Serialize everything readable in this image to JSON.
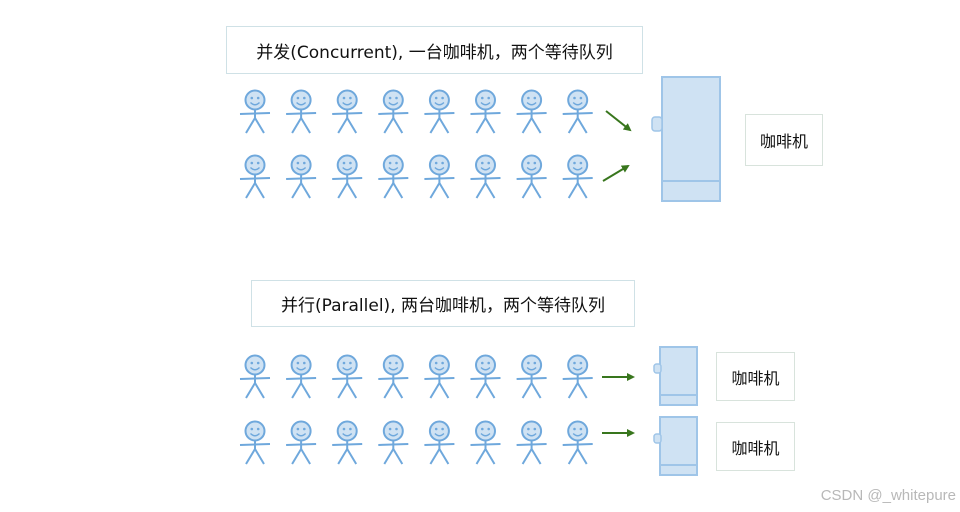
{
  "colors": {
    "person_stroke": "#6fa8dc",
    "person_fill": "#cfe2f3",
    "machine_fill": "#cfe2f3",
    "machine_stroke": "#9fc5e8",
    "arrow": "#38761d"
  },
  "icons": {
    "person": "stick-figure-person-icon",
    "machine": "coffee-machine-icon",
    "arrow": "arrow-icon"
  },
  "sections": [
    {
      "title": "并发(Concurrent), 一台咖啡机，两个等待队列",
      "queues": [
        {
          "people": 8
        },
        {
          "people": 8
        }
      ],
      "machines": [
        {
          "label": "咖啡机"
        }
      ]
    },
    {
      "title": "并行(Parallel), 两台咖啡机，两个等待队列",
      "queues": [
        {
          "people": 8
        },
        {
          "people": 8
        }
      ],
      "machines": [
        {
          "label": "咖啡机"
        },
        {
          "label": "咖啡机"
        }
      ]
    }
  ],
  "watermark": "CSDN @_whitepure"
}
